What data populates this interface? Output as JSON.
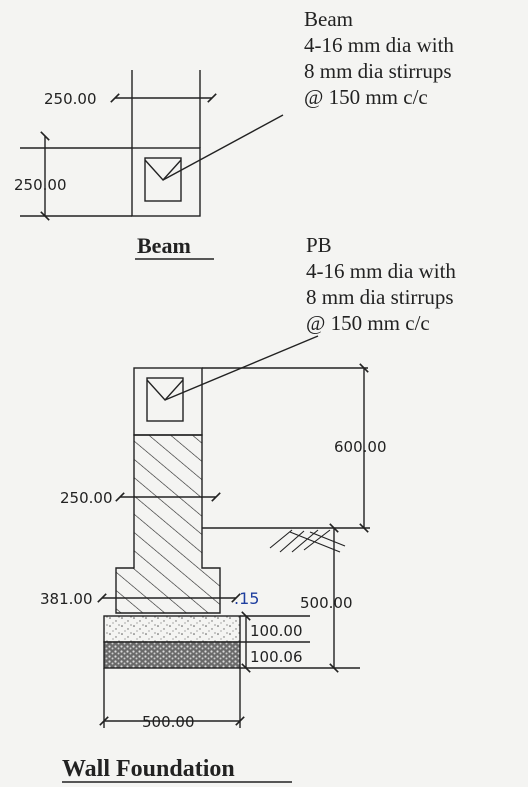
{
  "beam_section": {
    "title": "Beam",
    "width_dim": "250.00",
    "depth_dim": "250.00",
    "note": [
      "Beam",
      "4-16 mm dia with",
      "8 mm dia stirrups",
      "@ 150 mm c/c"
    ]
  },
  "wall_foundation": {
    "title": "Wall Foundation",
    "pb_note": [
      "PB",
      "4-16 mm dia with",
      "8 mm dia stirrups",
      "@ 150 mm c/c"
    ],
    "wall_width_dim": "250.00",
    "height_above_ground_dim": "600.00",
    "footing_step_dim": "381.00",
    "depth_below_ground_dim": "500.00",
    "layer1_dim": "100.00",
    "layer2_dim": "100.06",
    "footing_width_dim": "500.00",
    "handwritten_mark": ".15"
  },
  "colors": {
    "line": "#222222",
    "ink": "#1f3f9f",
    "paper": "#f4f4f2"
  }
}
